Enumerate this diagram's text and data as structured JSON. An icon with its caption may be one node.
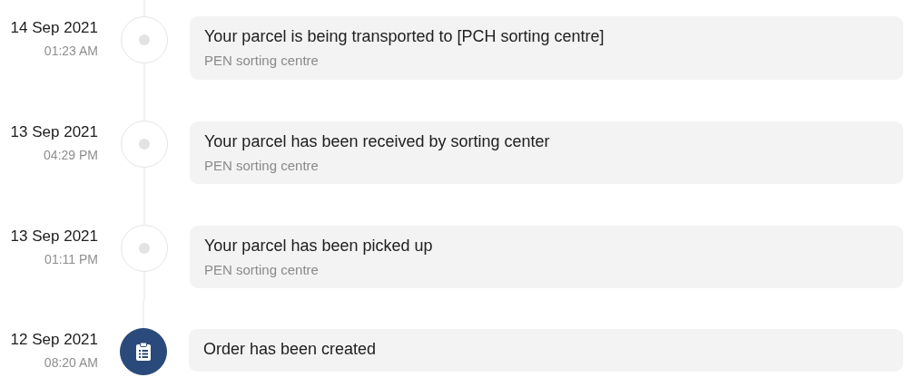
{
  "diagram": {
    "nodes": [
      {
        "text": [],
        "shape": "circle",
        "beside": [
          "14 Sep 2021",
          "01:23 AM"
        ]
      },
      {
        "text": [
          "Your parcel is being transported to [PCH sorting centre]",
          "PEN sorting centre"
        ]
      },
      {
        "text": [],
        "shape": "circle",
        "beside": [
          "13 Sep 2021",
          "04:29 PM"
        ]
      },
      {
        "text": [
          "Your parcel has been received by sorting center",
          "PEN sorting centre"
        ]
      },
      {
        "text": [],
        "shape": "circle",
        "beside": [
          "13 Sep 2021",
          "01:11 PM"
        ]
      },
      {
        "text": [
          "Your parcel has been picked up",
          "PEN sorting centre"
        ]
      },
      {
        "text": [],
        "shape": "picture",
        "beside": [
          "12 Sep 2021",
          "08:20 AM"
        ]
      },
      {
        "text": [
          "Order has been created"
        ]
      }
    ],
    "edges": [
      {
        "from": null,
        "to": 0,
        "arrow": "none"
      },
      {
        "from": 0,
        "to": 2,
        "arrow": "none"
      },
      {
        "from": 2,
        "to": 4,
        "arrow": "none"
      },
      {
        "from": 4,
        "to": 6,
        "arrow": "none"
      }
    ]
  }
}
